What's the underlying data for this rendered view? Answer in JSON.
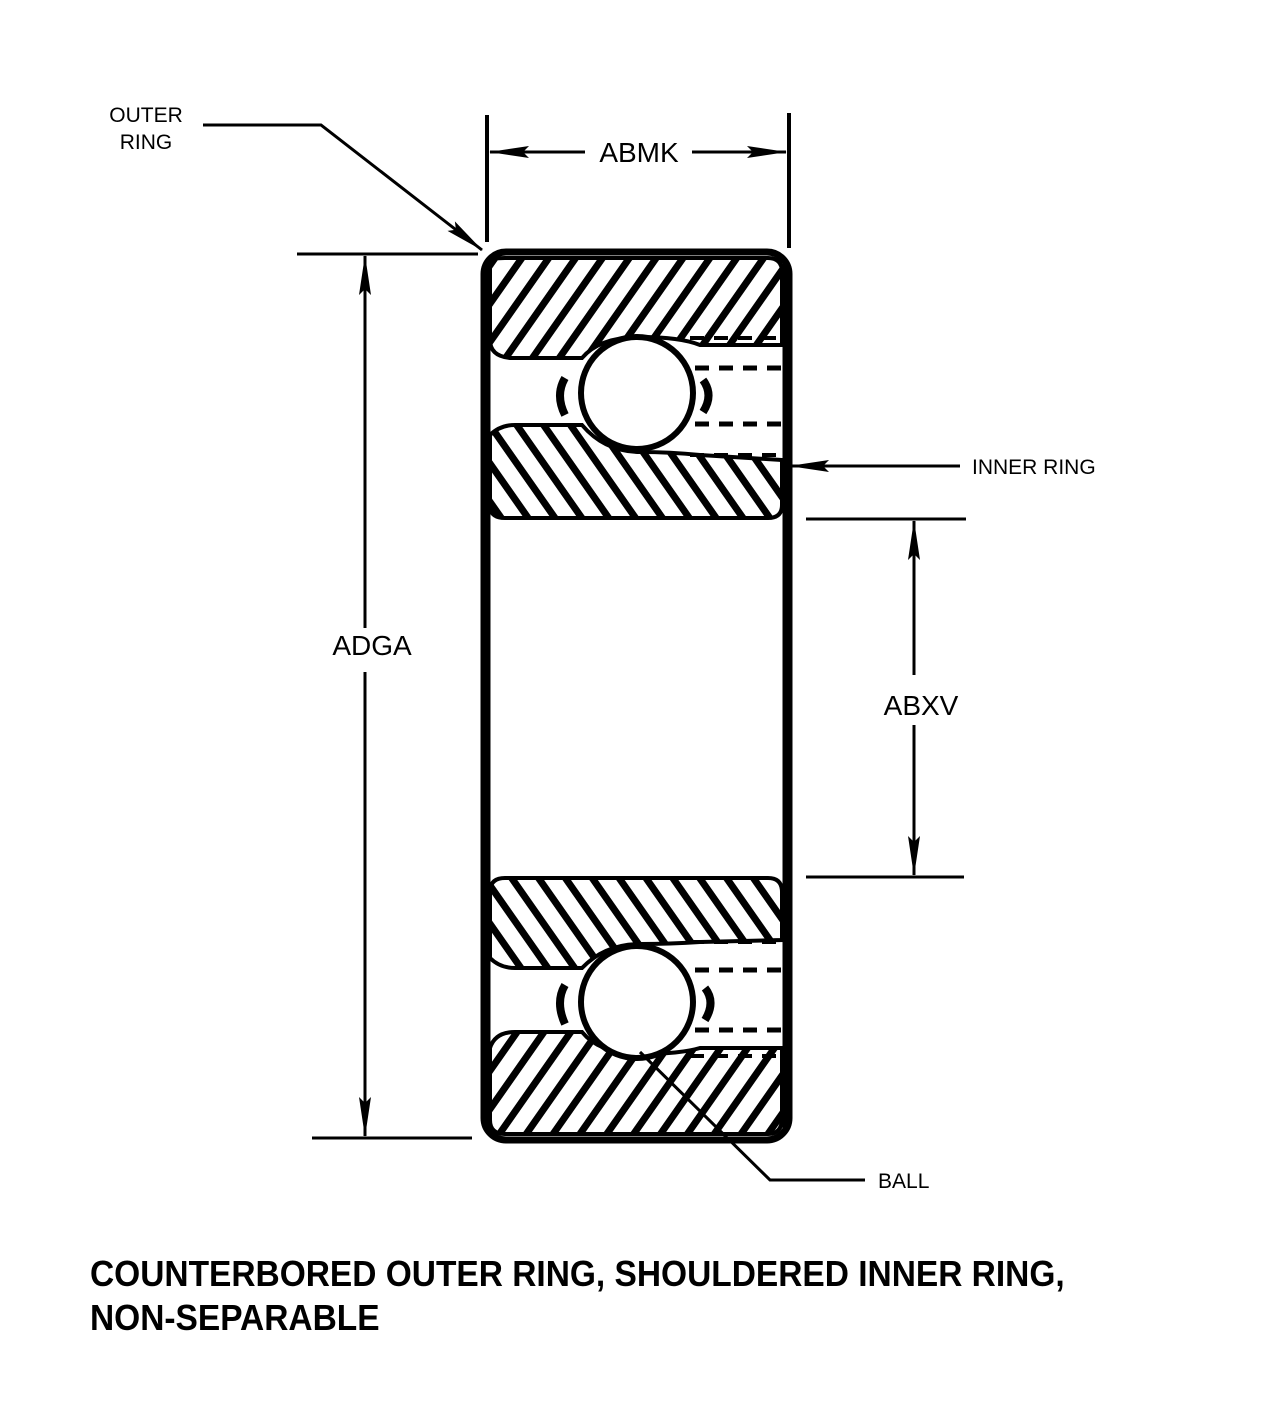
{
  "drawing": {
    "type": "cross-section",
    "subject": "ball bearing",
    "colors": {
      "line": "#000000",
      "background": "#ffffff"
    }
  },
  "labels": {
    "outer_ring_line1": "OUTER",
    "outer_ring_line2": "RING",
    "inner_ring": "INNER RING",
    "ball": "BALL"
  },
  "dimensions": {
    "width": "ABMK",
    "outside_diameter": "ADGA",
    "bore_diameter": "ABXV"
  },
  "caption": {
    "line1": "COUNTERBORED OUTER RING, SHOULDERED INNER RING,",
    "line2": "NON-SEPARABLE"
  }
}
